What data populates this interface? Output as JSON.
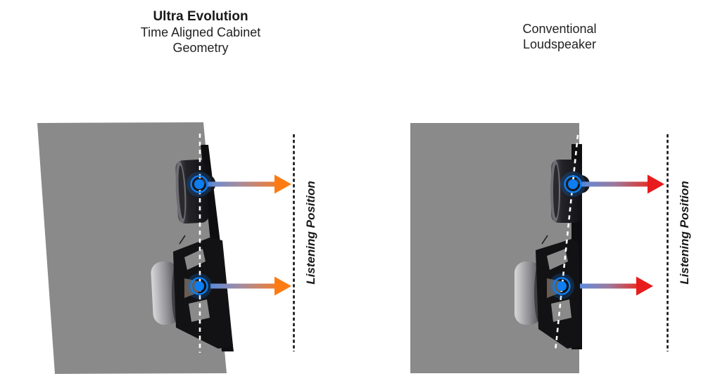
{
  "page": {
    "background": "#ffffff",
    "description_left": "Ultra Evolution time aligned cabinet diagram",
    "description_right": "Conventional loudspeaker diagram"
  },
  "left_panel": {
    "title": {
      "line1": "Ultra Evolution",
      "line2": "Time Aligned Cabinet",
      "line3": "Geometry"
    },
    "listening_position_label": "Listening Position",
    "arrows": {
      "tweeter_reaches_line": true,
      "woofer_reaches_line": true
    }
  },
  "right_panel": {
    "title": {
      "line1": "Conventional",
      "line2": "Loudspeaker"
    },
    "listening_position_label": "Listening Position",
    "arrows": {
      "tweeter_reaches_line": true,
      "woofer_reaches_line": false
    }
  },
  "colors": {
    "cabinet_gray": "#8a8a8a",
    "driver_black": "#121215",
    "baffle_black": "#0e0e10",
    "acoustic_center_blue": "#0d7df2",
    "arrow_gradient_blue": "#5d8bdb",
    "aligned_arrow_orange": "#fd7b12",
    "aligned_gradient_end": "#ee7d31",
    "misaligned_arrow_red": "#e81c1c",
    "misaligned_gradient_end": "#e2342c",
    "driver_axis_white": "#ffffff",
    "listening_line_black": "#111111",
    "magnet_silver": "#d8d8da"
  }
}
